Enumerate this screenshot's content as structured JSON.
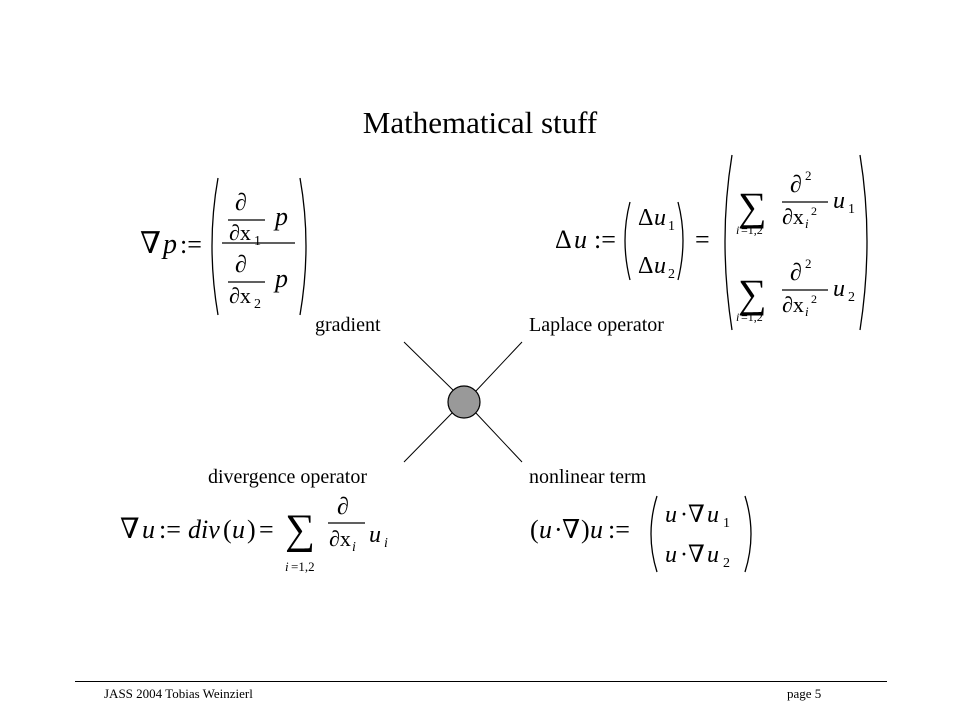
{
  "slide": {
    "title": "Mathematical stuff",
    "labels": {
      "gradient": "gradient",
      "laplace": "Laplace operator",
      "divergence": "divergence operator",
      "nonlinear": "nonlinear term"
    },
    "footer": {
      "left": "JASS 2004 Tobias Weinzierl",
      "right": "page 5"
    }
  },
  "colors": {
    "circle_fill": "#999999",
    "lines": "#000000"
  }
}
